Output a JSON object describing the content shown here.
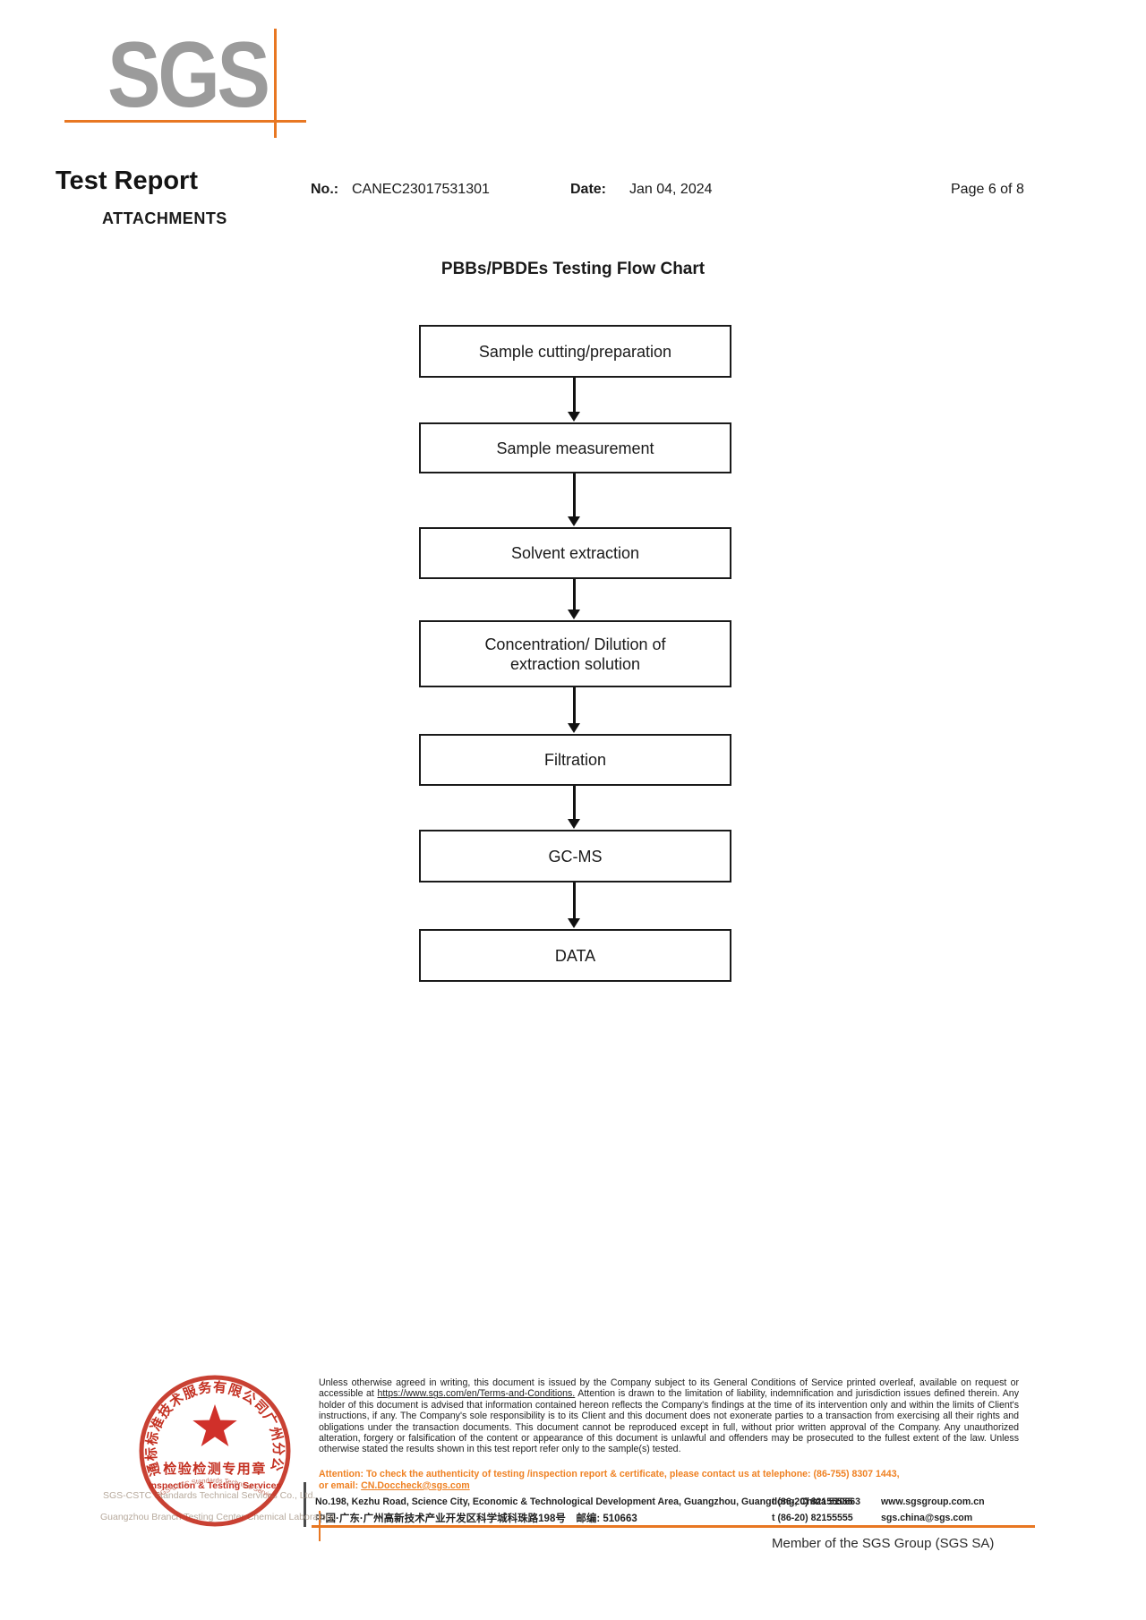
{
  "header": {
    "logo_text": "SGS",
    "report_title": "Test Report",
    "attachments_label": "ATTACHMENTS",
    "no_label": "No.:",
    "no_value": "CANEC23017531301",
    "date_label": "Date:",
    "date_value": "Jan 04, 2024",
    "page_label": "Page 6 of 8"
  },
  "flowchart": {
    "title": "PBBs/PBDEs Testing Flow Chart",
    "steps": [
      {
        "label": "Sample cutting/preparation"
      },
      {
        "label": "Sample measurement"
      },
      {
        "label": "Solvent extraction"
      },
      {
        "label": "Concentration/ Dilution of extraction solution"
      },
      {
        "label": "Filtration"
      },
      {
        "label": "GC-MS"
      },
      {
        "label": "DATA"
      }
    ]
  },
  "stamp": {
    "ring_text": "通标标准技术服务有限公司广州分公司",
    "seal_line1": "检验检测专用章",
    "seal_line2": "Inspection & Testing Services",
    "inner_arc_text": "SGS-CSTC Standards Technical Services Co., Ltd. Guangzhou Branch"
  },
  "footer": {
    "company_line1": "SGS-CSTC Standards Technical Services Co., Ltd.",
    "company_line2": "Guangzhou Branch Testing Center Chemical Laboratory.",
    "legal_pre": "Unless otherwise agreed in writing, this document is issued by the Company subject to its General Conditions of Service printed overleaf, available on request or accessible at ",
    "legal_link": "https://www.sgs.com/en/Terms-and-Conditions.",
    "legal_post": " Attention is drawn to the limitation of liability, indemnification and jurisdiction issues defined therein. Any holder of this document is advised that information contained hereon reflects the Company's findings at the time of its intervention only and within the limits of Client's instructions, if any. The Company's sole responsibility is to its Client and this document does not exonerate parties to a transaction from exercising all their rights and obligations under the transaction documents. This document cannot be reproduced except in full, without prior written approval of the Company. Any unauthorized alteration, forgery or falsification of the content or appearance of this document is unlawful and offenders may be prosecuted to the fullest extent of the law. Unless otherwise stated the results shown in this test report refer only to the sample(s) tested.",
    "attention_line1": "Attention: To check the authenticity of testing /inspection report & certificate, please contact us at telephone: (86-755) 8307 1443,",
    "attention_email_prefix": "or email: ",
    "attention_email": "CN.Doccheck@sgs.com",
    "address_en": "No.198, Kezhu Road, Science City, Economic & Technological Development Area, Guangzhou, Guangdong, China 510663",
    "address_cn": "中国·广东·广州高新技术产业开发区科学城科珠路198号　邮编: 510663",
    "tel1": "t (86-20) 82155555",
    "tel2": "t (86-20) 82155555",
    "website": "www.sgsgroup.com.cn",
    "email": "sgs.china@sgs.com",
    "member_text": "Member of the SGS Group (SGS SA)"
  },
  "colors": {
    "accent_orange": "#e87722",
    "attention_orange": "#ef8122",
    "logo_gray": "#9b9b9b",
    "stamp_red": "#c43122"
  }
}
